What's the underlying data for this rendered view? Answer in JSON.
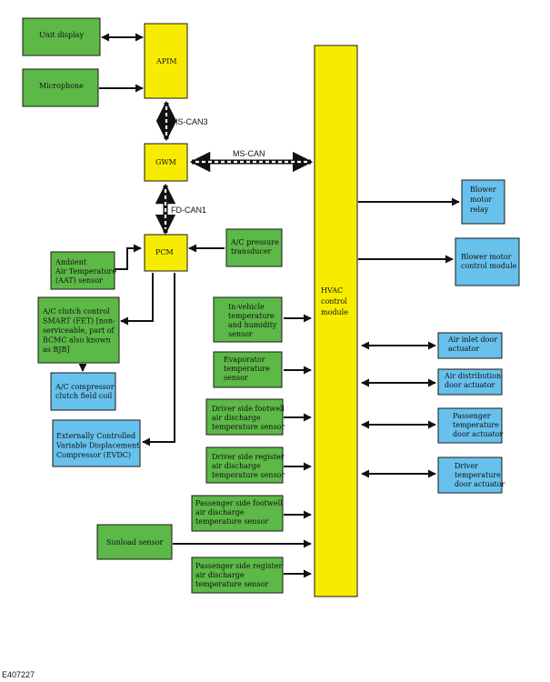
{
  "figure_id": "E407227",
  "nodes": {
    "unit_display": [
      "Unit display"
    ],
    "microphone": [
      "Microphone"
    ],
    "apim": [
      "APIM"
    ],
    "gwm": [
      "GWM"
    ],
    "pcm": [
      "PCM"
    ],
    "hvac": [
      "HVAC",
      "control",
      "module"
    ],
    "ambient_air_sensor": [
      "Ambient",
      "Air Temperature",
      "(AAT) sensor"
    ],
    "ac_pressure_transducer": [
      "A/C pressure",
      "transducer"
    ],
    "ac_clutch_control": [
      "A/C clutch control",
      "SMART (FET) [non-",
      "serviceable, part of",
      "BCMC also known",
      "as BJB]"
    ],
    "ac_compressor_clutch": [
      "A/C compressor",
      "clutch field coil"
    ],
    "evdc": [
      "Externally Controlled",
      "Variable Displacement",
      "Compressor (EVDC)"
    ],
    "in_vehicle_sensor": [
      "In-vehicle",
      "temperature",
      "and humidity",
      "sensor"
    ],
    "evaporator_sensor": [
      "Evaporator",
      "temperature",
      "sensor"
    ],
    "driver_footwell_sensor": [
      "Driver side footwell",
      "air discharge",
      "temperature sensor"
    ],
    "driver_register_sensor": [
      "Driver side register",
      "air discharge",
      "temperature sensor"
    ],
    "passenger_footwell_sensor": [
      "Passenger side footwell",
      "air discharge",
      "temperature sensor"
    ],
    "sunload_sensor": [
      "Sunload sensor"
    ],
    "passenger_register_sensor": [
      "Passenger side register",
      "air discharge",
      "temperature sensor"
    ],
    "blower_motor_relay": [
      "Blower",
      "motor",
      "relay"
    ],
    "blower_motor_control_module": [
      "Blower motor",
      "control module"
    ],
    "air_inlet_door_actuator": [
      "Air inlet door",
      "actuator"
    ],
    "air_distribution_door_actuator": [
      "Air distribution",
      "door actuator"
    ],
    "passenger_temp_door_actuator": [
      "Passenger",
      "temperature",
      "door actuator"
    ],
    "driver_temp_door_actuator": [
      "Driver",
      "temperature",
      "door actuator"
    ]
  },
  "buses": {
    "hs_can3": "HS-CAN3",
    "ms_can": "MS-CAN",
    "fd_can1": "FD-CAN1"
  },
  "colors": {
    "input_module": "#5cb847",
    "control_module": "#f7ec00",
    "output_actuator": "#67c1ec"
  }
}
